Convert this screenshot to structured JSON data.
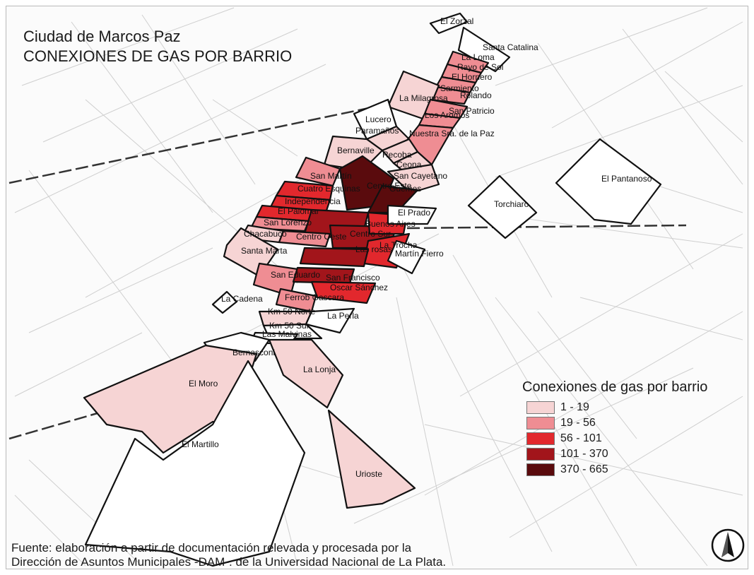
{
  "title": {
    "line1": "Ciudad de Marcos Paz",
    "line2": "CONEXIONES DE GAS POR BARRIO"
  },
  "colors": {
    "class1": "#f6d4d4",
    "class2": "#ef8d93",
    "class3": "#e2282d",
    "class4": "#a2151b",
    "class5": "#5a0b0d",
    "road": "#c8c8c8",
    "rail": "#333333",
    "outline": "#111111"
  },
  "legend": {
    "title": "Conexiones de gas por  barrio",
    "classes": [
      {
        "label": "1 - 19",
        "color": "#f6d4d4"
      },
      {
        "label": "19 - 56",
        "color": "#ef8d93"
      },
      {
        "label": "56 - 101",
        "color": "#e2282d"
      },
      {
        "label": "101 - 370",
        "color": "#a2151b"
      },
      {
        "label": "370 - 665",
        "color": "#5a0b0d"
      }
    ]
  },
  "barrios": [
    "El Zorzal",
    "Santa Catalina",
    "La Loma",
    "Rayo de Sol",
    "El Hornero",
    "Sarmiento",
    "Rolando",
    "La Milagrosa",
    "San Patricio",
    "Los Aromos",
    "Lucero",
    "Paramaños",
    "Nuestra Sra. de la Paz",
    "Bernaville",
    "Recoba",
    "Ceona",
    "San Cayetano",
    "San Martín",
    "Güemes",
    "Cuatro Esquinas",
    "Centro Este",
    "Independencia",
    "El Pantanoso",
    "Torchiaro",
    "El Prado",
    "El Palomar",
    "Buenos Aires",
    "San Lorenzo",
    "Centro Sur",
    "Chacabuco",
    "Centro Oeste",
    "La Trocha",
    "Martín Fierro",
    "Santa Marta",
    "Las rosas",
    "San Eduardo",
    "San Francisco",
    "Oscar Sánchez",
    "Ferrob Gascara",
    "La Cadena",
    "Km 50 Norte",
    "La Perla",
    "Km 50 Sur",
    "Las Malvinas",
    "Bernasconi",
    "La Lonja",
    "El Moro",
    "El Martillo",
    "Urioste"
  ],
  "source": {
    "line1": "Fuente: elaboración a partir de documentación  relevada y procesada por la",
    "line2": "Dirección de Asuntos Municipales -DAM-. de la Universidad Nacional de La Plata."
  },
  "north_arrow_icon": "north-arrow-icon"
}
